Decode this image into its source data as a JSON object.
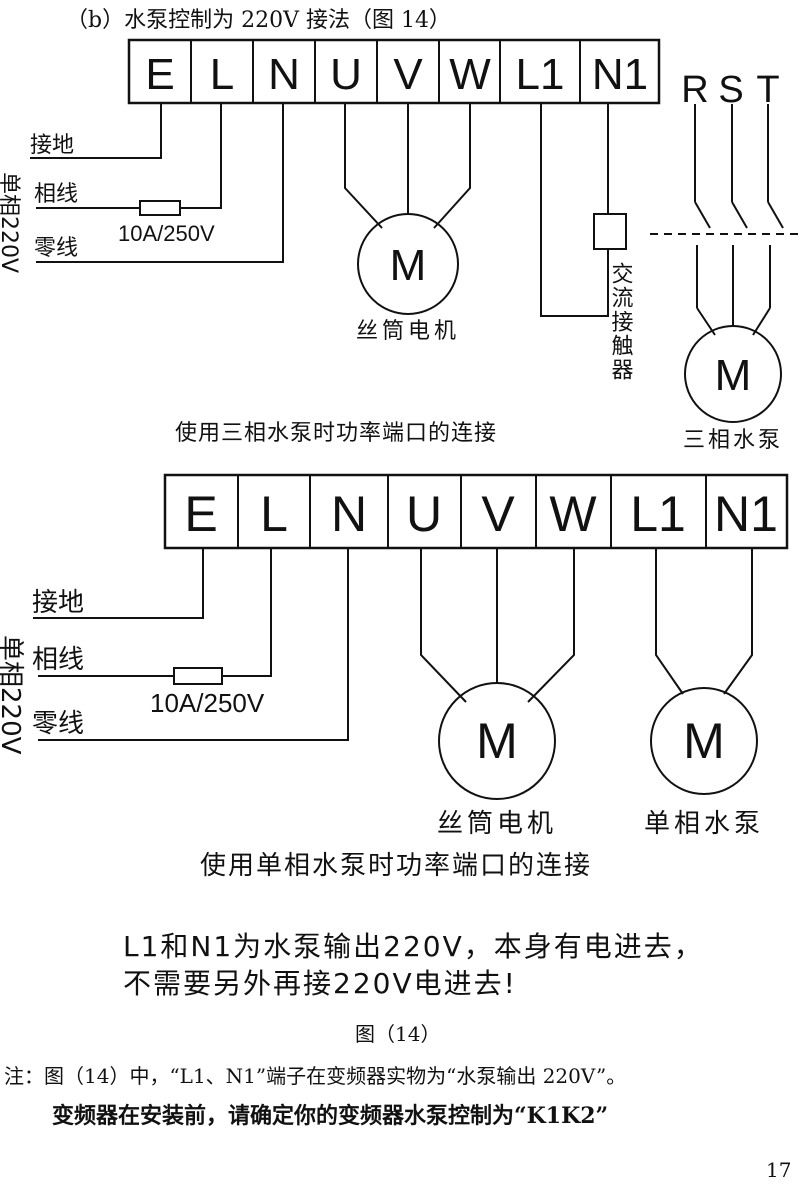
{
  "header": {
    "title": "（b）水泵控制为 220V 接法（图 14）"
  },
  "top_diagram": {
    "terminals": [
      "E",
      "L",
      "N",
      "U",
      "V",
      "W",
      "L1",
      "N1"
    ],
    "ground_label": "接地",
    "single_phase_label": "单相220V",
    "phase_label": "相线",
    "neutral_label": "零线",
    "fuse_label": "10A/250V",
    "motor_letter": "M",
    "motor_label": "丝筒电机",
    "contactor_label": "交流接触器",
    "rst": [
      "R",
      "S",
      "T"
    ],
    "pump_letter": "M",
    "pump_label": "三相水泵",
    "caption": "使用三相水泵时功率端口的连接"
  },
  "bottom_diagram": {
    "terminals": [
      "E",
      "L",
      "N",
      "U",
      "V",
      "W",
      "L1",
      "N1"
    ],
    "ground_label": "接地",
    "single_phase_label": "单相220V",
    "phase_label": "相线",
    "neutral_label": "零线",
    "fuse_label": "10A/250V",
    "motor_letter": "M",
    "motor_label": "丝筒电机",
    "pump_letter": "M",
    "pump_label": "单相水泵",
    "caption": "使用单相水泵时功率端口的连接"
  },
  "note_handwritten": {
    "line1": "L1和N1为水泵输出220V，本身有电进去，",
    "line2": "不需要另外再接220V电进去!"
  },
  "figure_label": "图（14）",
  "footnote": "注：图（14）中，“L1、N1”端子在变频器实物为“水泵输出 220V”。",
  "warning": "变频器在安装前，请确定你的变频器水泵控制为“K1K2”",
  "page_number": "17"
}
